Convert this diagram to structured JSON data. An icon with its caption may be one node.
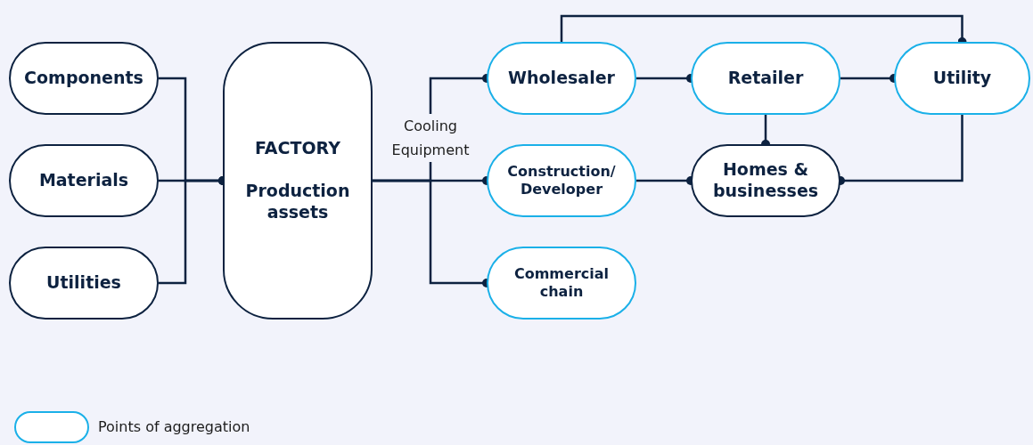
{
  "diagram": {
    "nodes": [
      {
        "text": [
          "Components"
        ]
      },
      {
        "text": [
          "Materials"
        ]
      },
      {
        "text": [
          "Utilities"
        ]
      },
      {
        "text": [
          "FACTORY",
          "Production assets"
        ]
      },
      {
        "text": [
          "Wholesaler"
        ]
      },
      {
        "text": [
          "Retailer"
        ]
      },
      {
        "text": [
          "Utility"
        ]
      },
      {
        "text": [
          "Construction/ Developer"
        ]
      },
      {
        "text": [
          "Homes & businesses"
        ]
      },
      {
        "text": [
          "Commercial chain"
        ]
      }
    ],
    "edges": [
      {
        "from": 0,
        "to": 3,
        "arrow": "other"
      },
      {
        "from": 1,
        "to": 3,
        "arrow": "other"
      },
      {
        "from": 2,
        "to": 3,
        "arrow": "other"
      },
      {
        "from": 3,
        "to": 4,
        "arrow": "other"
      },
      {
        "from": 3,
        "to": 7,
        "arrow": "other"
      },
      {
        "from": 3,
        "to": 9,
        "arrow": "other"
      },
      {
        "from": 4,
        "to": 6,
        "arrow": "other"
      },
      {
        "from": 4,
        "to": 5,
        "arrow": "other"
      },
      {
        "from": 5,
        "to": 6,
        "arrow": "other"
      },
      {
        "from": 5,
        "to": 8,
        "arrow": "other"
      },
      {
        "from": 7,
        "to": 8,
        "arrow": "other"
      },
      {
        "from": 6,
        "to": 8,
        "arrow": "other"
      }
    ],
    "labels": [
      "Cooling Equipment"
    ],
    "legend": [
      {
        "text": "Points of aggregation"
      }
    ]
  }
}
